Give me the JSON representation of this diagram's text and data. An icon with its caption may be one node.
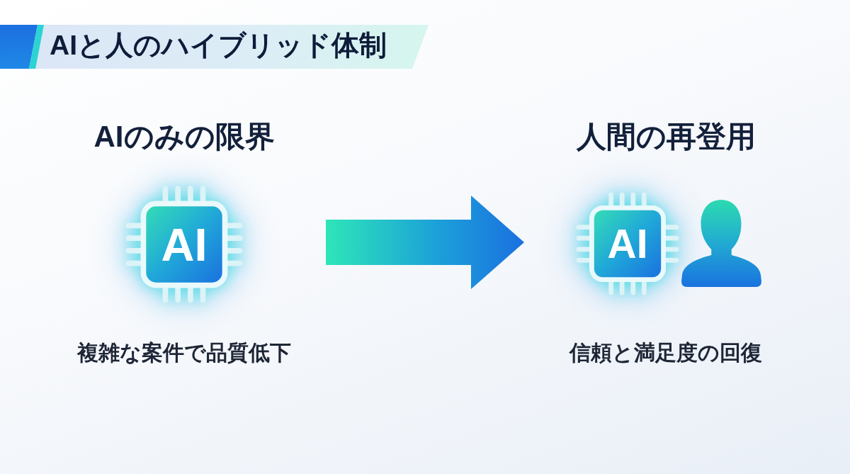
{
  "diagram": {
    "title": "AIと人のハイブリッド体制",
    "nodes": [
      {
        "text": [
          "AIのみの限界",
          "複雑な案件で品質低下"
        ]
      },
      {
        "text": [
          "AI"
        ],
        "in": 0
      },
      {
        "text": [
          "人間の再登用",
          "信頼と満足度の回復"
        ]
      },
      {
        "text": [
          "AI"
        ],
        "in": 2
      },
      {
        "text": [],
        "shape": "person",
        "in": 2
      }
    ],
    "edges": [
      {
        "from": 0,
        "to": 2,
        "arrow": "to",
        "style": "thick"
      }
    ]
  }
}
